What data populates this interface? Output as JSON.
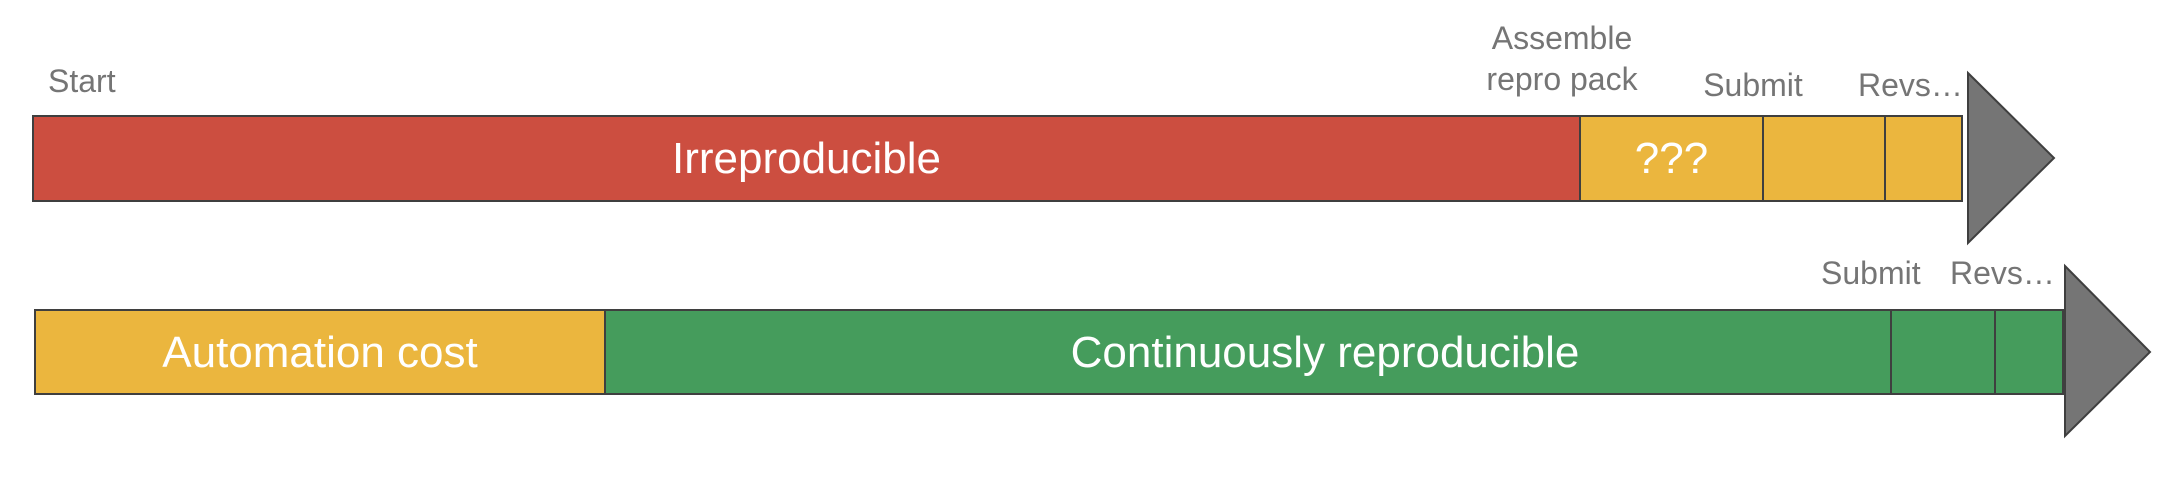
{
  "colors": {
    "red": "#cc4e40",
    "yellow": "#ebb63e",
    "green": "#459c5c",
    "arrowhead": "#757575",
    "outline": "#3f3f3f",
    "label_text": "#757575",
    "segment_text": "#ffffff"
  },
  "timeline_top": {
    "labels_above": {
      "start": "Start",
      "assemble": "Assemble\nrepro pack",
      "submit": "Submit",
      "reviews": "Revs…"
    },
    "segments": {
      "irreproducible": "Irreproducible",
      "unknown": "???"
    }
  },
  "timeline_bottom": {
    "labels_above": {
      "submit": "Submit",
      "reviews": "Revs…"
    },
    "segments": {
      "automation": "Automation cost",
      "continuous": "Continuously reproducible"
    }
  }
}
